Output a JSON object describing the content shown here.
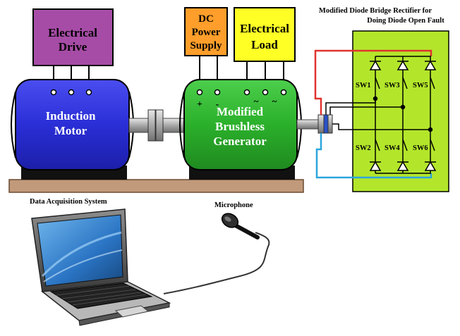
{
  "boxes": {
    "electrical_drive": [
      "Electrical",
      "Drive"
    ],
    "dc_power_supply": [
      "DC",
      "Power",
      "Supply"
    ],
    "electrical_load": [
      "Electrical",
      "Load"
    ]
  },
  "machines": {
    "induction_motor": [
      "Induction",
      "Motor"
    ],
    "generator": [
      "Modified",
      "Brushless",
      "Generator"
    ]
  },
  "polarity": {
    "plus": "+",
    "minus": "-",
    "tilde": "~"
  },
  "rectifier": {
    "title_line1": "Modified Diode Bridge Rectifier for",
    "title_line2": "Doing Diode Open Fault",
    "switches": [
      "SW1",
      "SW3",
      "SW5",
      "SW2",
      "SW4",
      "SW6"
    ]
  },
  "daq": {
    "label": "Data Acquisition System"
  },
  "microphone": {
    "label": "Microphone"
  },
  "colors": {
    "drive_box": "#a64ca6",
    "supply_box": "#ff9e2a",
    "load_box": "#ffff26",
    "motor": "#2a2ed6",
    "generator": "#2bb02b",
    "rectifier_panel": "#b3e62b",
    "base": "#c09a7a",
    "red_wire": "#e0322f",
    "blue_wire": "#2ca6dc"
  }
}
